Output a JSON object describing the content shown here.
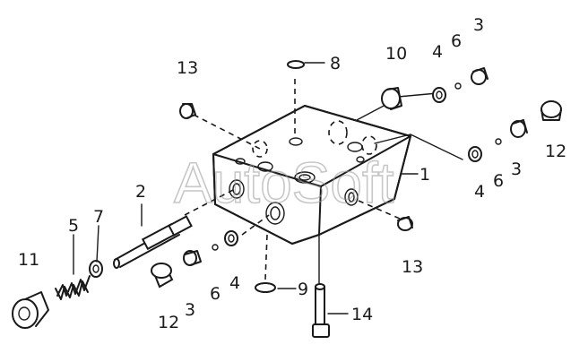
{
  "watermark": "AutoSoft",
  "callouts": {
    "c1": "1",
    "c2": "2",
    "c3a": "3",
    "c3b": "3",
    "c3c": "3",
    "c4a": "4",
    "c4b": "4",
    "c4c": "4",
    "c5": "5",
    "c6a": "6",
    "c6b": "6",
    "c6c": "6",
    "c7": "7",
    "c8": "8",
    "c9": "9",
    "c10": "10",
    "c11": "11",
    "c12a": "12",
    "c12b": "12",
    "c13a": "13",
    "c13b": "13",
    "c14": "14"
  }
}
